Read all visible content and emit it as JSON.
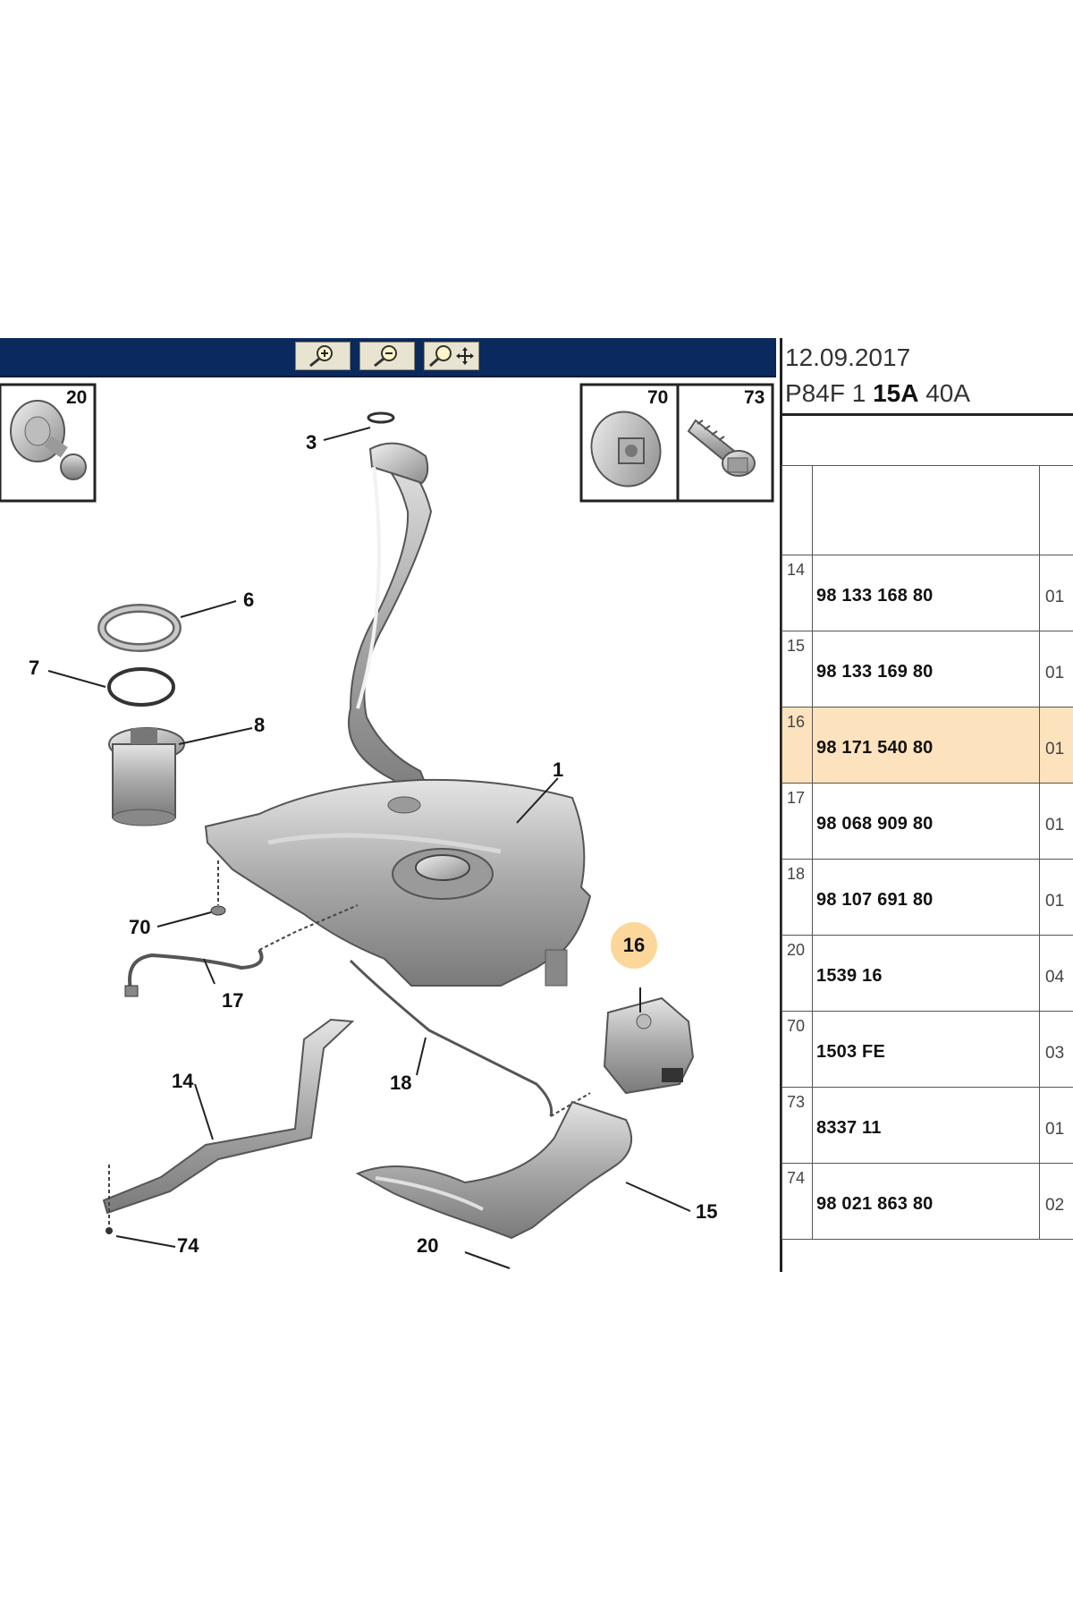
{
  "toolbar": {
    "buttons": [
      {
        "name": "zoom-in-button",
        "icon": "magnifier-plus-icon"
      },
      {
        "name": "zoom-out-button",
        "icon": "magnifier-minus-icon"
      },
      {
        "name": "zoom-pan-button",
        "icon": "magnifier-move-icon"
      }
    ]
  },
  "panel": {
    "date": "12.09.2017",
    "ref_prefix": "P84F 1",
    "ref_bold": "15A",
    "ref_suffix": "40A"
  },
  "insets": [
    {
      "label": "20",
      "icon": "push-clip-icon"
    },
    {
      "label": "70",
      "icon": "washer-nut-icon"
    },
    {
      "label": "73",
      "icon": "flange-bolt-icon"
    }
  ],
  "callouts": {
    "c1": "1",
    "c3": "3",
    "c6": "6",
    "c7": "7",
    "c8": "8",
    "c14": "14",
    "c15": "15",
    "c16": "16",
    "c17": "17",
    "c18": "18",
    "c20": "20",
    "c70": "70",
    "c74": "74"
  },
  "highlight_color": "#fbd79a",
  "parts": [
    {
      "index": "14",
      "ref": "98 133 168 80",
      "qty": "01",
      "selected": false
    },
    {
      "index": "15",
      "ref": "98 133 169 80",
      "qty": "01",
      "selected": false
    },
    {
      "index": "16",
      "ref": "98 171 540 80",
      "qty": "01",
      "selected": true
    },
    {
      "index": "17",
      "ref": "98 068 909 80",
      "qty": "01",
      "selected": false
    },
    {
      "index": "18",
      "ref": "98 107 691 80",
      "qty": "01",
      "selected": false
    },
    {
      "index": "20",
      "ref": "1539 16",
      "qty": "04",
      "selected": false
    },
    {
      "index": "70",
      "ref": "1503 FE",
      "qty": "03",
      "selected": false
    },
    {
      "index": "73",
      "ref": "8337 11",
      "qty": "01",
      "selected": false
    },
    {
      "index": "74",
      "ref": "98 021 863 80",
      "qty": "02",
      "selected": false
    }
  ]
}
